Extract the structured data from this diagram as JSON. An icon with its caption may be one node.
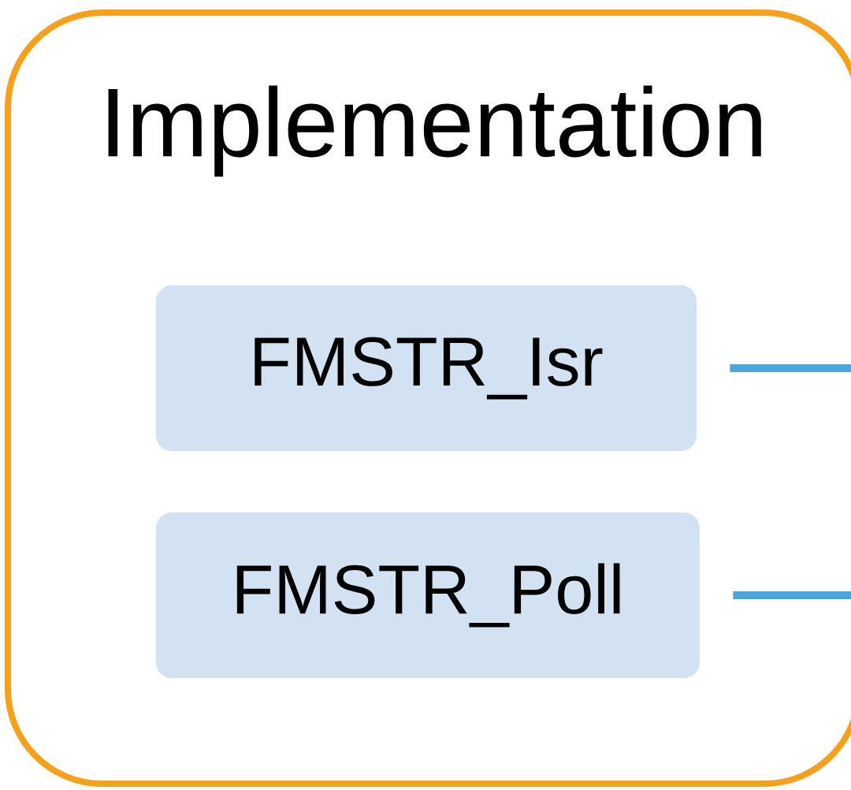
{
  "diagram": {
    "nodes": [
      {
        "text": [
          "Implementation"
        ]
      },
      {
        "text": [
          "FMSTR_Isr"
        ],
        "in": 0
      },
      {
        "text": [
          "FMSTR_Poll"
        ],
        "in": 0
      }
    ],
    "edges": [
      {
        "from": 1,
        "to": null,
        "arrow": "none"
      },
      {
        "from": 2,
        "to": null,
        "arrow": "none"
      }
    ]
  }
}
